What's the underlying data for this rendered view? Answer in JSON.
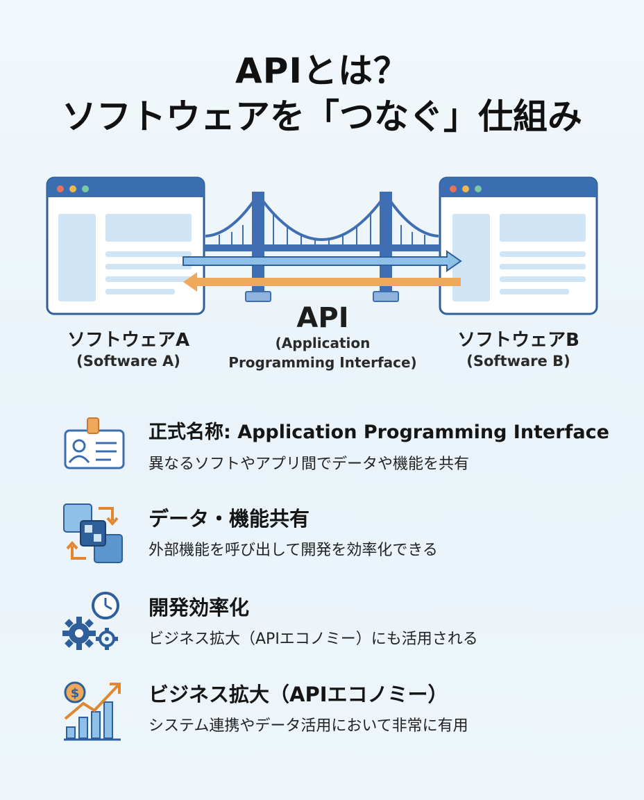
{
  "title": {
    "line1": "APIとは？",
    "line2": "ソフトウェアを「つなぐ」仕組み"
  },
  "diagram": {
    "software_a": {
      "name": "ソフトウェアA",
      "english": "(Software A)"
    },
    "software_b": {
      "name": "ソフトウェアB",
      "english": "(Software B)"
    },
    "api": {
      "label": "API",
      "full_line1": "(Application",
      "full_line2": "Programming Interface)"
    },
    "colors": {
      "window_border": "#2f5f9a",
      "window_titlebar": "#3a6eb0",
      "panel_fill": "#cfe4f5",
      "bridge": "#3f6fb2",
      "arrow_right": "#8fc1e8",
      "arrow_left": "#f0a85c",
      "dot_red": "#e8735a",
      "dot_yellow": "#f2b84b",
      "dot_green": "#7cc7a8"
    }
  },
  "features": [
    {
      "icon": "id-card-icon",
      "heading": "正式名称: Application Programming Interface",
      "description": "異なるソフトやアプリ間でデータや機能を共有"
    },
    {
      "icon": "data-exchange-icon",
      "heading": "データ・機能共有",
      "description": "外部機能を呼び出して開発を効率化できる"
    },
    {
      "icon": "gears-clock-icon",
      "heading": "開発効率化",
      "description": "ビジネス拡大（APIエコノミー）にも活用される"
    },
    {
      "icon": "growth-chart-icon",
      "heading": "ビジネス拡大（APIエコノミー）",
      "description": "システム連携やデータ活用において非常に有用"
    }
  ]
}
